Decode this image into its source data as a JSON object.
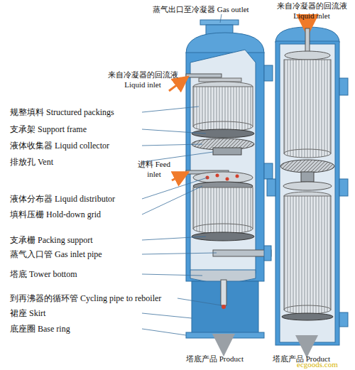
{
  "diagram": {
    "labels": [
      "蒸气出口至冷凝器 Gas outlet",
      "来自冷凝器的回流液 Liquid inlet",
      "来自冷凝器的回流液 Liquid inlet",
      "规整填料 Structured packings",
      "支承架 Support frame",
      "液体收集器 Liquid collector",
      "排放孔 Vent",
      "进料 Feed inlet",
      "液体分布器 Liquid distributor",
      "填料压栅 Hold-down grid",
      "支承栅 Packing support",
      "蒸气入口管 Gas inlet pipe",
      "塔底 Tower bottom",
      "到再沸器的循环管 Cycling pipe to reboiler",
      "裙座 Skirt",
      "底座圈 Base ring",
      "塔底产品 Product",
      "塔底产品 Product",
      "ecgoods.com"
    ]
  }
}
